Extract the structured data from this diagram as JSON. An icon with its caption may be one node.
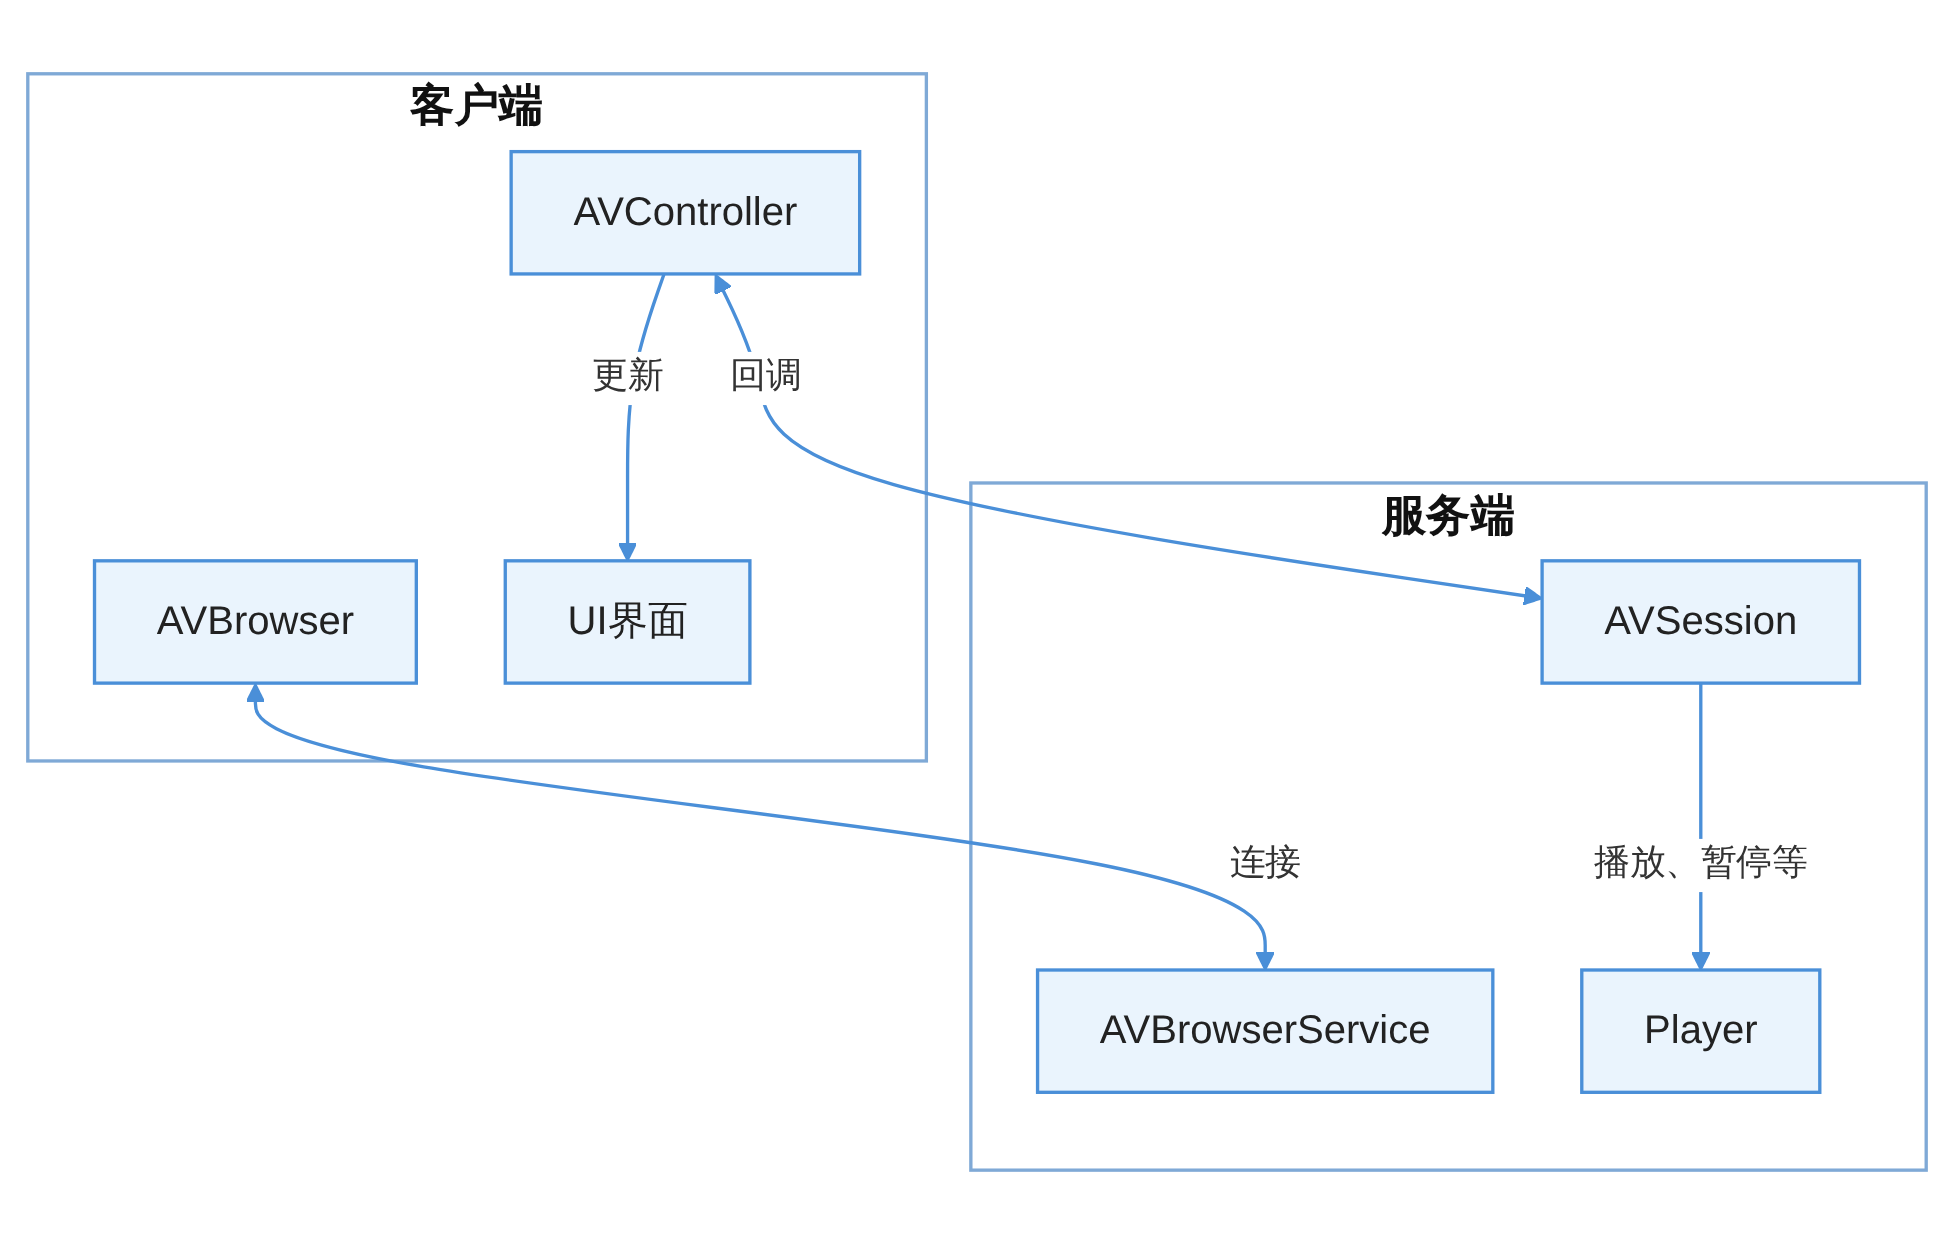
{
  "diagram": {
    "nodes": [
      {
        "text": [
          "客户端"
        ]
      },
      {
        "text": [
          "AVBrowser"
        ],
        "in": 0
      },
      {
        "text": [
          "AVController"
        ],
        "in": 0
      },
      {
        "text": [
          "UI界面"
        ],
        "in": 0
      },
      {
        "text": [
          "服务端"
        ]
      },
      {
        "text": [
          "AVBrowserService"
        ],
        "in": 4
      },
      {
        "text": [
          "AVSession"
        ],
        "in": 4
      },
      {
        "text": [
          "Player"
        ],
        "in": 4
      }
    ],
    "edges": [
      {
        "from": 1,
        "to": 5,
        "arrow": "both",
        "label": "连接"
      },
      {
        "from": 2,
        "to": 6,
        "arrow": "both",
        "label": "回调"
      },
      {
        "from": 2,
        "to": 3,
        "arrow": "to",
        "label": "更新"
      },
      {
        "from": 6,
        "to": 7,
        "arrow": "to",
        "label": "播放、暂停等"
      }
    ]
  }
}
